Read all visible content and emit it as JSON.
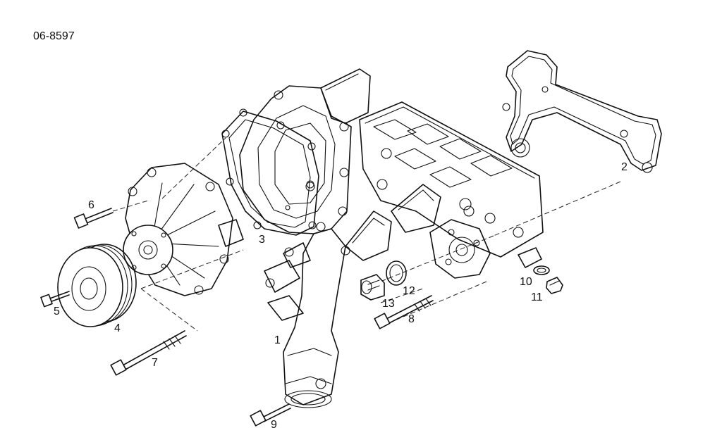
{
  "diagram": {
    "reference_code": "06-8597",
    "callouts": [
      "1",
      "2",
      "3",
      "4",
      "5",
      "6",
      "7",
      "8",
      "9",
      "10",
      "11",
      "12",
      "13"
    ]
  }
}
